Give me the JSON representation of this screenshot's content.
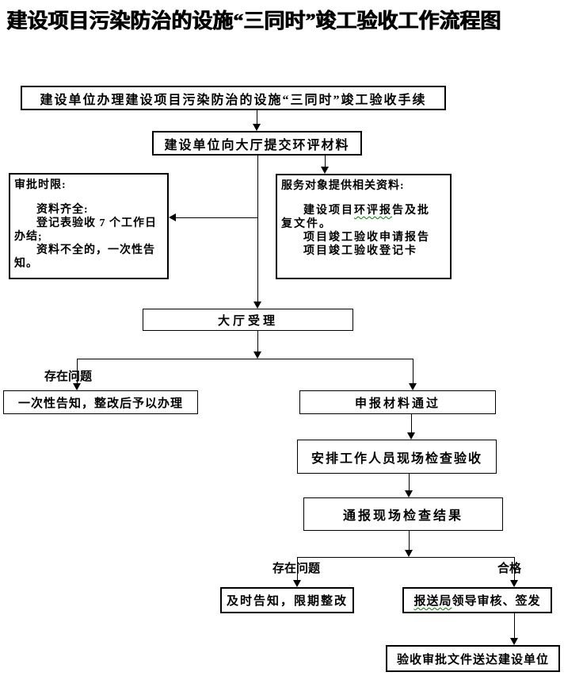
{
  "title": "建设项目污染防治的设施“三同时”竣工验收工作流程图",
  "nodes": {
    "start": "建设单位办理建设项目污染防治的设施“三同时”竣工验收手续",
    "submit": "建设单位向大厅提交环评材料",
    "hall": "大厅受理",
    "notice": "一次性告知，整改后予以办理",
    "pass": "申报材料通过",
    "arrange": "安排工作人员现场检查验收",
    "report": "通报现场检查结果",
    "rectify": "及时告知，限期整改",
    "deliver": "验收审批文件送达建设单位"
  },
  "approve": {
    "underlined": "报送局",
    "rest": "领导审核、签发"
  },
  "time_limit": {
    "heading": "审批时限:",
    "line1": "资料齐全:",
    "line2": "登记表验收 7 个工作日",
    "line3": "办结;",
    "line4": "资料不全的，一次性告",
    "line5": "知。"
  },
  "materials": {
    "heading": "服务对象提供相关资料:",
    "line1_pre": "建设项目",
    "line1_underlined": "环评报",
    "line1_post": "告及批",
    "line2": "复文件。",
    "line3": "项目竣工验收申请报告",
    "line4": "项目竣工验收登记卡"
  },
  "branch_labels": {
    "problem1": "存在问题",
    "problem2": "存在问题",
    "qualified": "合格"
  },
  "colors": {
    "text": "#000000",
    "border": "#000000",
    "background": "#ffffff",
    "squiggle_underline": "#008000"
  }
}
